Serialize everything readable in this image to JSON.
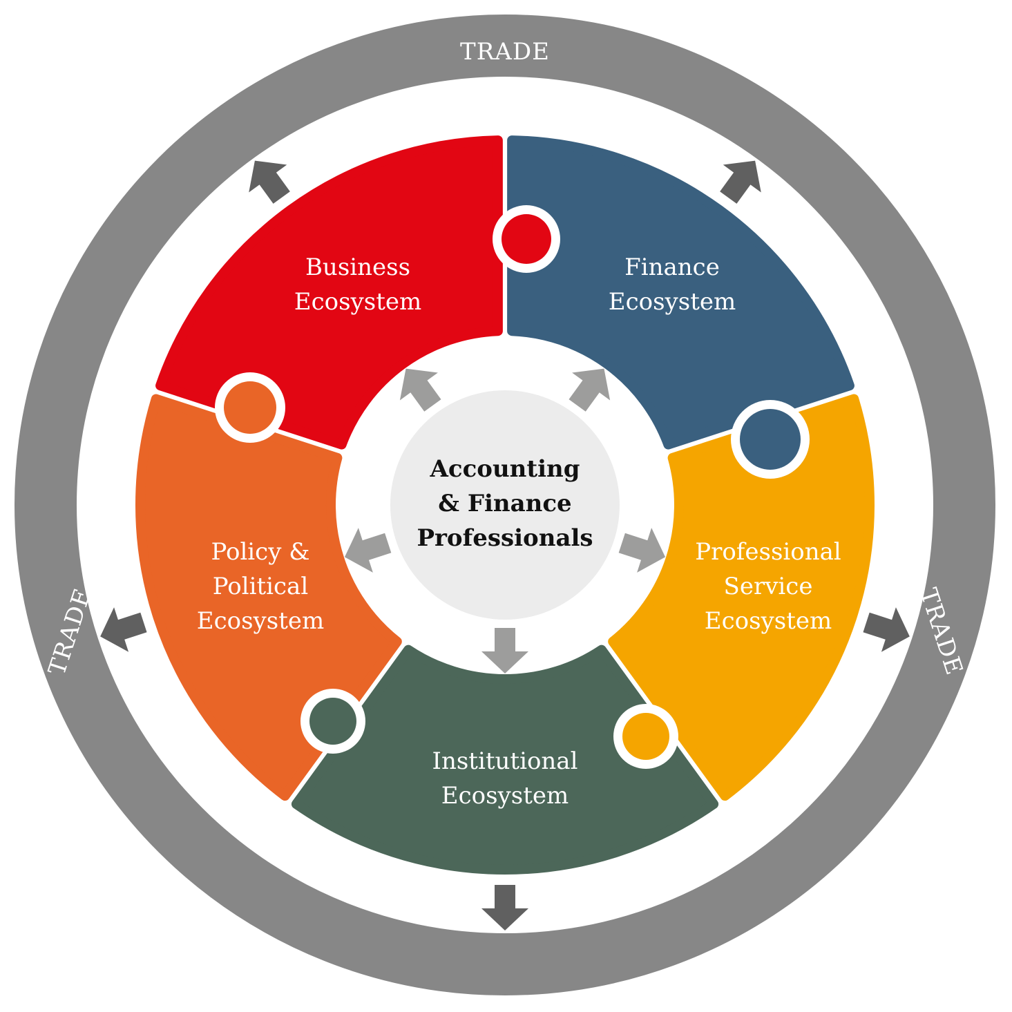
{
  "ring": {
    "label_top": "TRADE",
    "label_left": "TRADE",
    "label_right": "TRADE",
    "color": "#878787"
  },
  "center": {
    "lines": [
      "Accounting",
      "& Finance",
      "Professionals"
    ],
    "color": "#ececec"
  },
  "pieces": [
    {
      "name": "business",
      "lines": [
        "Business",
        "Ecosystem"
      ],
      "color": "#e20613"
    },
    {
      "name": "finance",
      "lines": [
        "Finance",
        "Ecosystem"
      ],
      "color": "#3a607f"
    },
    {
      "name": "professional",
      "lines": [
        "Professional",
        "Service",
        "Ecosystem"
      ],
      "color": "#f5a500"
    },
    {
      "name": "institutional",
      "lines": [
        "Institutional",
        "Ecosystem"
      ],
      "color": "#4c6759"
    },
    {
      "name": "policy",
      "lines": [
        "Policy &",
        "Political",
        "Ecosystem"
      ],
      "color": "#e96527"
    }
  ],
  "arrows": {
    "outer_color": "#606060",
    "inner_color": "#9d9d9c"
  }
}
